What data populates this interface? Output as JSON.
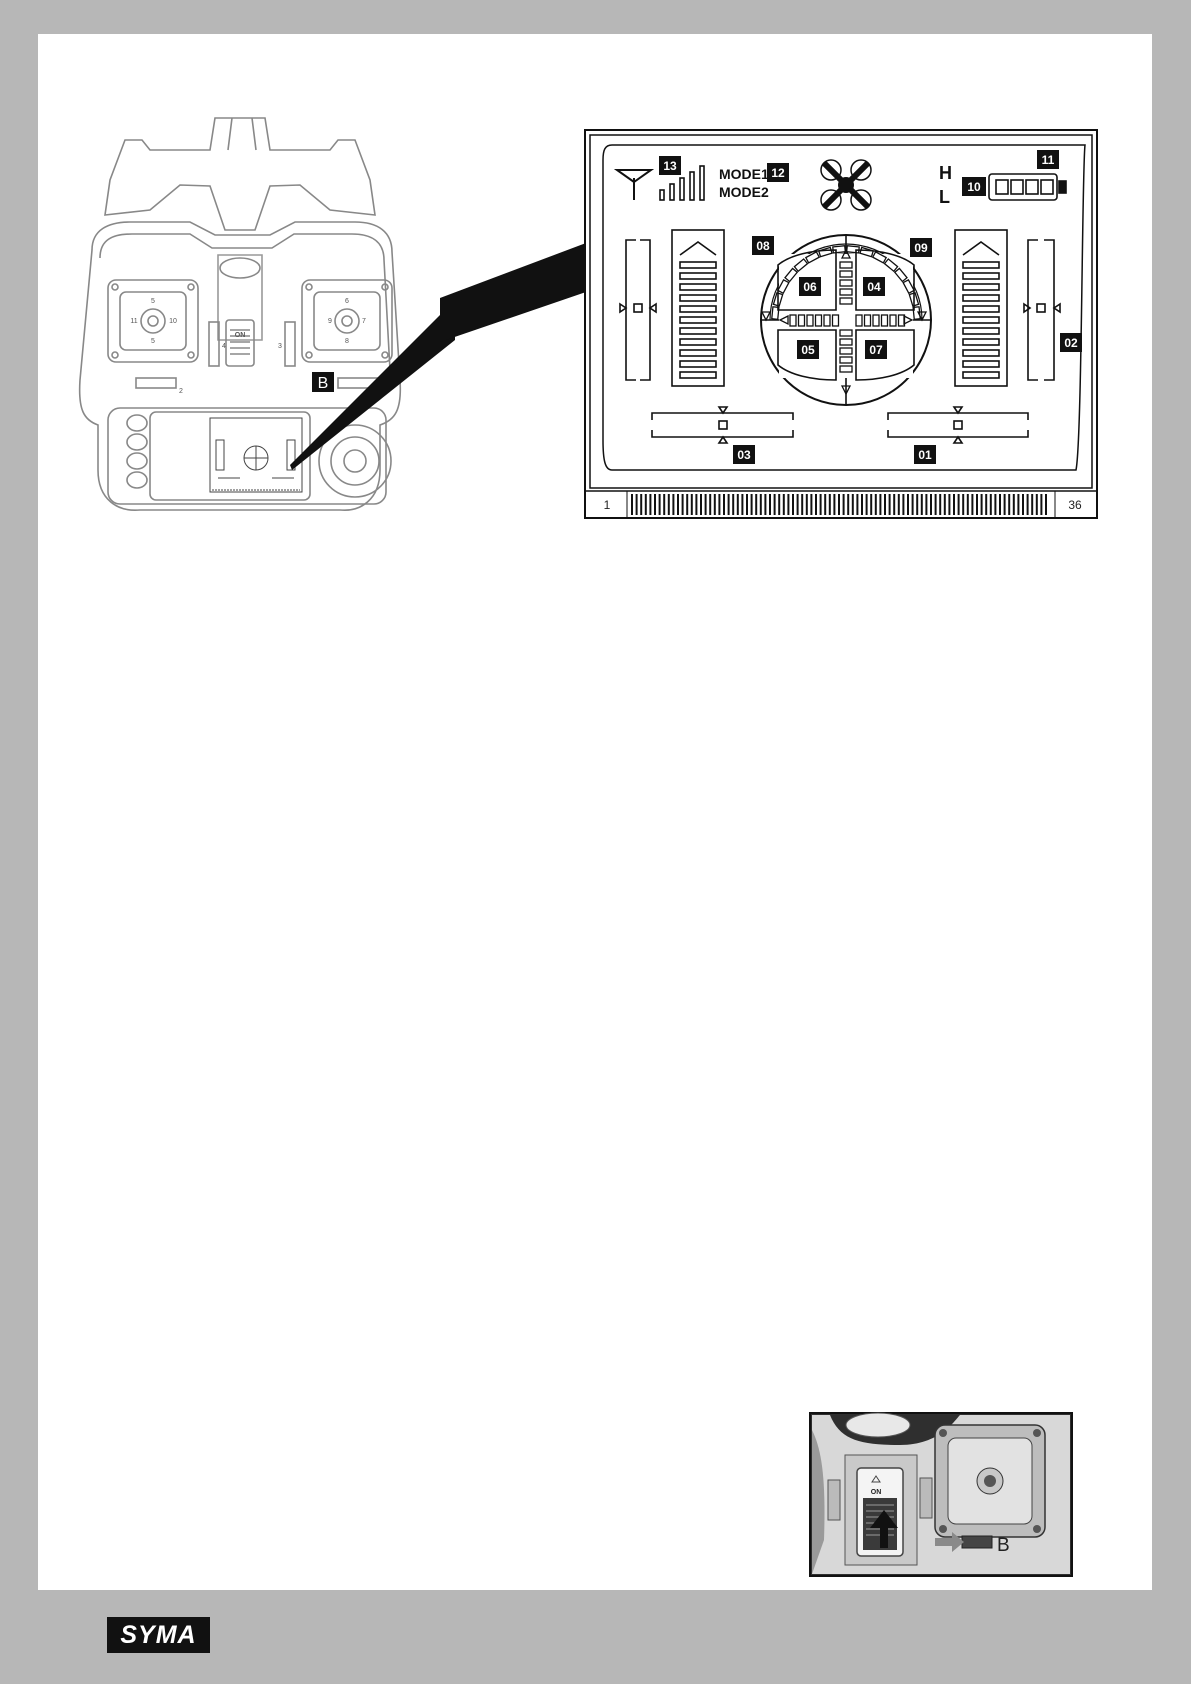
{
  "brand": {
    "logo_text": "SYMA"
  },
  "controller": {
    "b_label": "B",
    "on_label": "ON",
    "stick_left_numbers": [
      "5",
      "11",
      "10",
      "5"
    ],
    "stick_right_numbers": [
      "6",
      "9",
      "7",
      "8"
    ],
    "trim_left_number": "4",
    "trim_right_number": "3",
    "slider_number": "2"
  },
  "lcd": {
    "mode1": "MODE1",
    "mode2": "MODE2",
    "high": "H",
    "low": "L",
    "strip_start": "1",
    "strip_end": "36",
    "callouts": {
      "c01": "01",
      "c02": "02",
      "c03": "03",
      "c04": "04",
      "c05": "05",
      "c06": "06",
      "c07": "07",
      "c08": "08",
      "c09": "09",
      "c10": "10",
      "c11": "11",
      "c12": "12",
      "c13": "13"
    }
  },
  "inset": {
    "on_label": "ON",
    "b_label": "B"
  }
}
